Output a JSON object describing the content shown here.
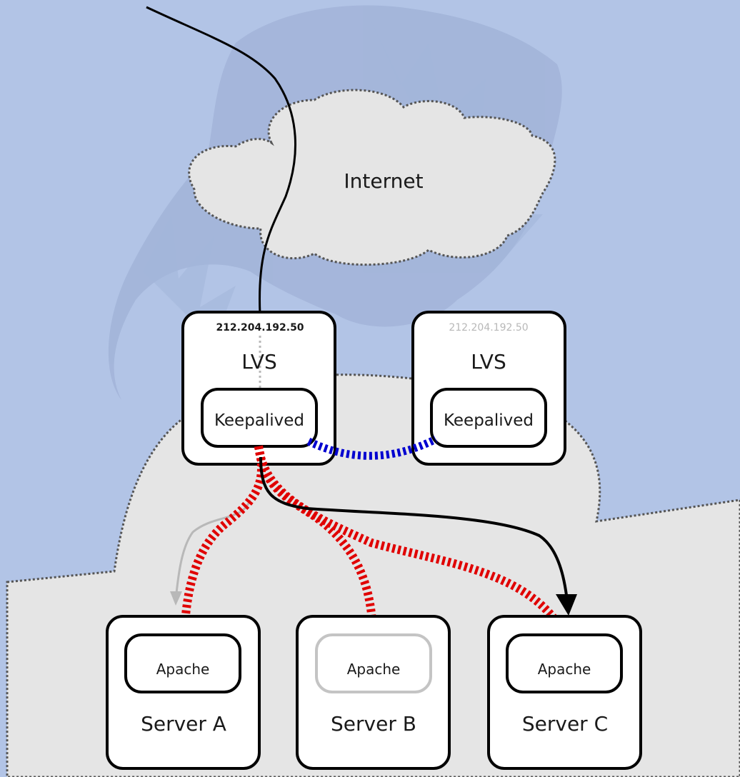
{
  "colors": {
    "background": "#b2c4e6",
    "cloud_fill": "#e5e5e5",
    "heartbeat_link": "#0000d0",
    "health_check_link": "#e00000",
    "traffic_line": "#000000",
    "inactive_outline": "#c4c4c4"
  },
  "internet": {
    "label": "Internet"
  },
  "lvs_primary": {
    "ip": "212.204.192.50",
    "name": "LVS",
    "service": "Keepalived"
  },
  "lvs_backup": {
    "ip": "212.204.192.50",
    "name": "LVS",
    "service": "Keepalived"
  },
  "servers": [
    {
      "name": "Server A",
      "service": "Apache",
      "active": true
    },
    {
      "name": "Server B",
      "service": "Apache",
      "active": false
    },
    {
      "name": "Server C",
      "service": "Apache",
      "active": true
    }
  ]
}
